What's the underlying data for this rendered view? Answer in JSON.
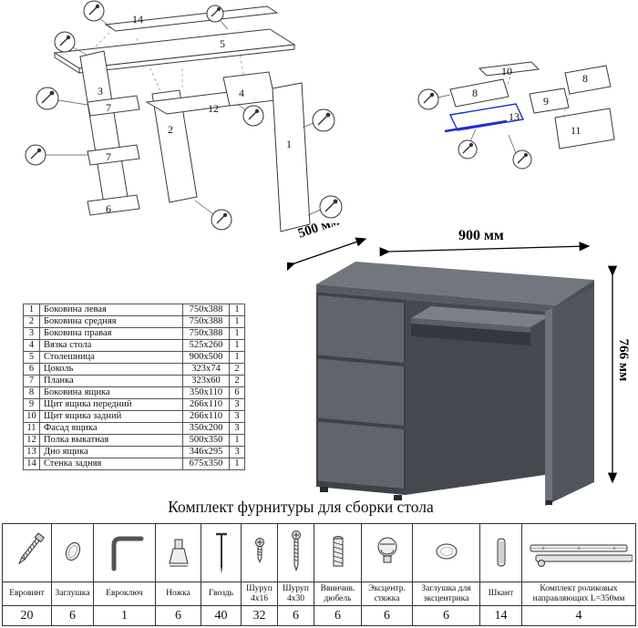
{
  "diagrams": {
    "left_labels": [
      "14",
      "5",
      "3",
      "7",
      "12",
      "4",
      "2",
      "7",
      "6",
      "1"
    ],
    "right_labels": [
      "10",
      "8",
      "9",
      "8",
      "13",
      "11"
    ],
    "highlight_color": "#1c2fd2"
  },
  "dimensions": {
    "depth": "500 мм",
    "width": "900 мм",
    "height": "766 мм"
  },
  "desk_color": "#5d626a",
  "parts_table": {
    "rows": [
      {
        "num": "1",
        "name": "Боковина левая",
        "size": "750x388",
        "qty": "1"
      },
      {
        "num": "2",
        "name": "Боковина средняя",
        "size": "750x388",
        "qty": "1"
      },
      {
        "num": "3",
        "name": "Боковина правая",
        "size": "750x388",
        "qty": "1"
      },
      {
        "num": "4",
        "name": "Вязка стола",
        "size": "525x260",
        "qty": "1"
      },
      {
        "num": "5",
        "name": "Столешница",
        "size": "900x500",
        "qty": "1"
      },
      {
        "num": "6",
        "name": "Цоколь",
        "size": "323x74",
        "qty": "2"
      },
      {
        "num": "7",
        "name": "Планка",
        "size": "323x60",
        "qty": "2"
      },
      {
        "num": "8",
        "name": "Боковина ящика",
        "size": "350x110",
        "qty": "6"
      },
      {
        "num": "9",
        "name": "Щит ящика передний",
        "size": "266x110",
        "qty": "3"
      },
      {
        "num": "10",
        "name": "Щит ящика задний",
        "size": "266x110",
        "qty": "3"
      },
      {
        "num": "11",
        "name": "Фасад ящика",
        "size": "350x200",
        "qty": "3"
      },
      {
        "num": "12",
        "name": "Полка выкатная",
        "size": "500x350",
        "qty": "1"
      },
      {
        "num": "13",
        "name": "Дно ящика",
        "size": "346x295",
        "qty": "3"
      },
      {
        "num": "14",
        "name": "Стенка задняя",
        "size": "675x350",
        "qty": "1"
      }
    ]
  },
  "hardware": {
    "title": "Комплект фурнитуры для сборки стола",
    "items": [
      {
        "name": "Евровинт",
        "qty": "20",
        "icon": "euro-screw-icon"
      },
      {
        "name": "Заглушка",
        "qty": "6",
        "icon": "plug-cap-icon"
      },
      {
        "name": "Евроключ",
        "qty": "1",
        "icon": "hex-key-icon"
      },
      {
        "name": "Ножка",
        "qty": "6",
        "icon": "furniture-foot-icon"
      },
      {
        "name": "Гвоздь",
        "qty": "40",
        "icon": "nail-icon"
      },
      {
        "name": "Шуруп 4x16",
        "qty": "32",
        "icon": "screw-small-icon"
      },
      {
        "name": "Шуруп 4x30",
        "qty": "6",
        "icon": "screw-long-icon"
      },
      {
        "name": "Ввинчив. дюбель",
        "qty": "6",
        "icon": "screw-in-dowel-icon"
      },
      {
        "name": "Эксцентр. стяжка",
        "qty": "6",
        "icon": "cam-lock-icon"
      },
      {
        "name": "Заглушка для эксцентрика",
        "qty": "6",
        "icon": "cam-cover-icon"
      },
      {
        "name": "Шкант",
        "qty": "14",
        "icon": "wooden-dowel-icon"
      },
      {
        "name": "Комплект роликовых направляющих L=350мм",
        "qty": "4",
        "icon": "drawer-slide-icon"
      }
    ]
  }
}
